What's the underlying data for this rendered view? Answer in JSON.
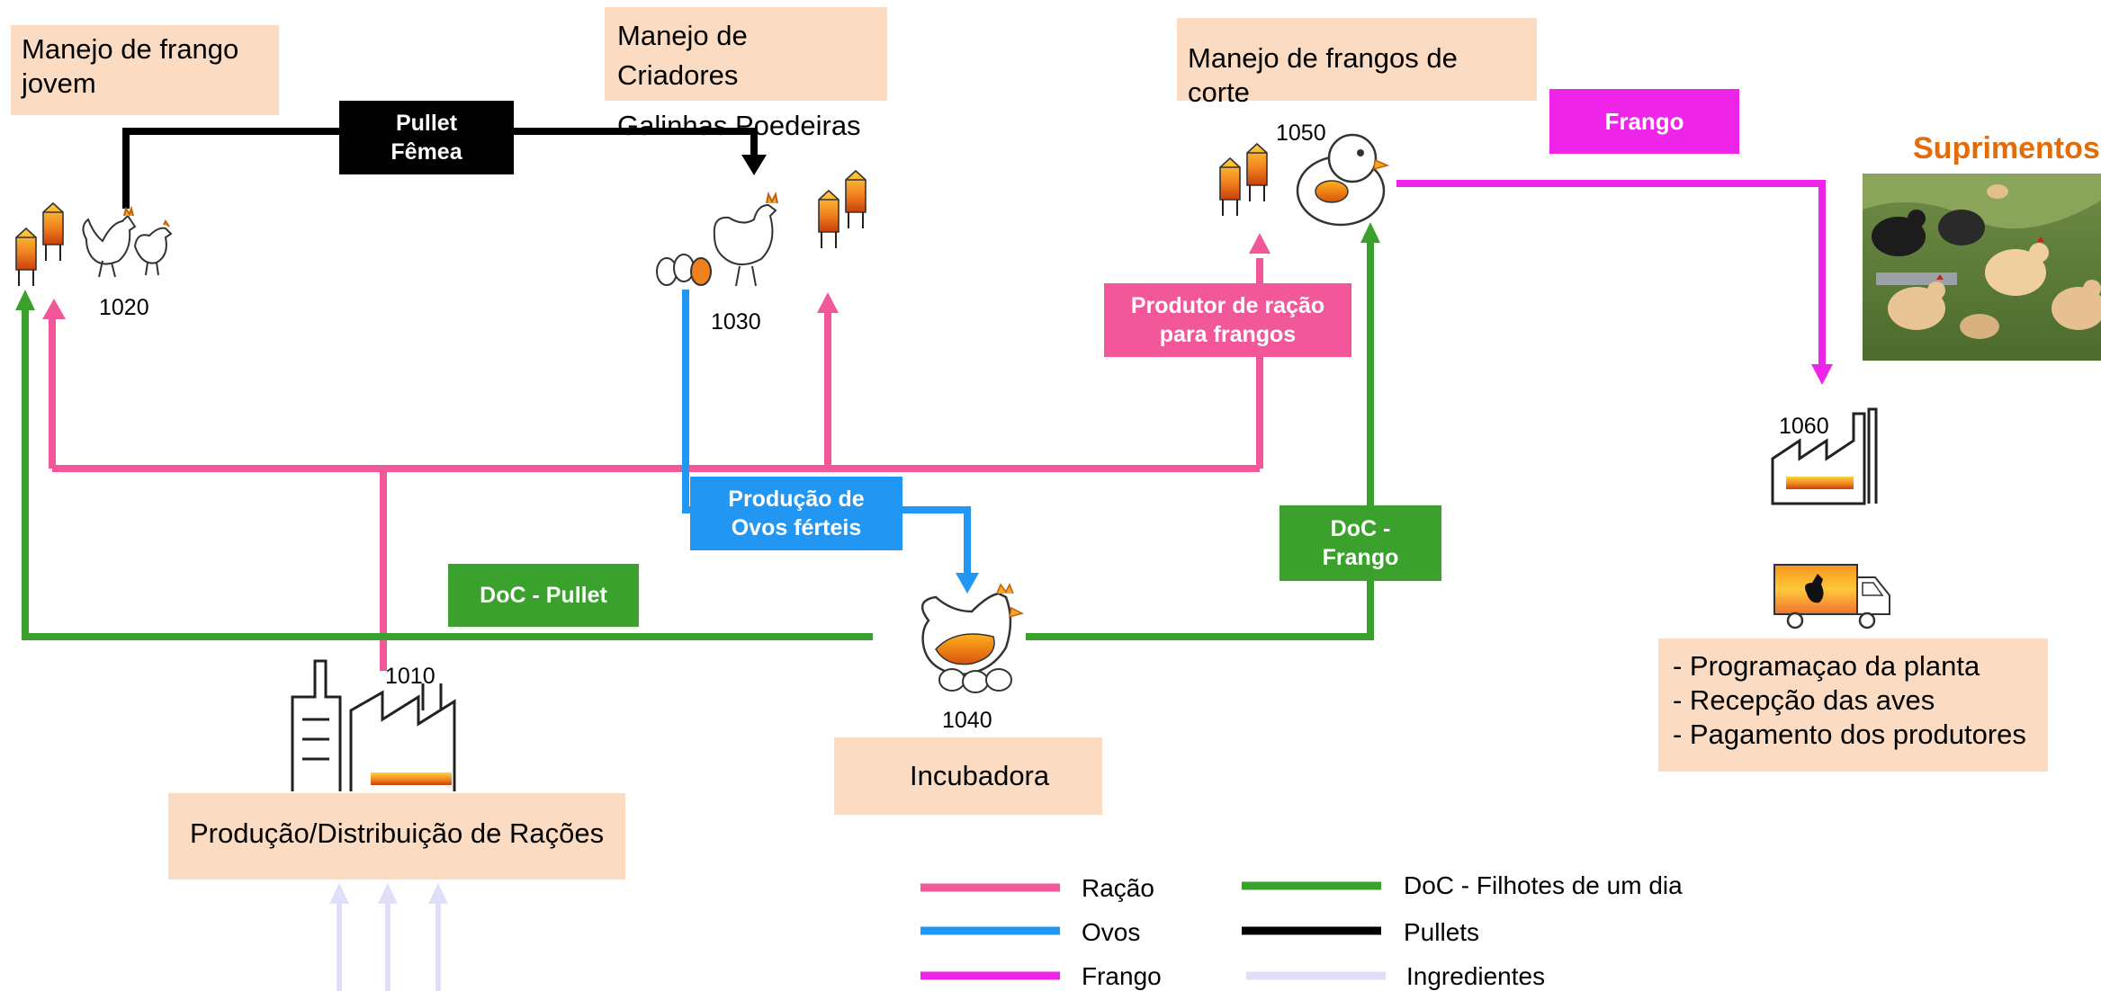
{
  "nodes": {
    "young_chicken": {
      "title": "Manejo de frango jovem",
      "id": "1020"
    },
    "breeders": {
      "title_line1": "Manejo de Criadores",
      "title_line2": "Galinhas Poedeiras",
      "id": "1030"
    },
    "broilers": {
      "title": "Manejo de frangos de corte",
      "id": "1050"
    },
    "feed_mill": {
      "title": "Produção/Distribuição de Rações",
      "id": "1010"
    },
    "hatchery": {
      "title": "Incubadora",
      "id": "1040"
    },
    "processing": {
      "id": "1060",
      "title": "Suprimentos",
      "items": [
        "- Programaçao da planta",
        "- Recepção das aves",
        "- Pagamento dos produtores"
      ]
    }
  },
  "flow_labels": {
    "pullet_female": "Pullet\nFêmea",
    "frango": "Frango",
    "feed_producer": "Produtor de ração\npara frangos",
    "fertile_eggs": "Produção de\nOvos férteis",
    "doc_pullet": "DoC - Pullet",
    "doc_frango": "DoC -\nFrango"
  },
  "legend": [
    {
      "label": "Ração",
      "color": "#f2579a"
    },
    {
      "label": "Ovos",
      "color": "#2196f3"
    },
    {
      "label": "Frango",
      "color": "#ee25e8"
    },
    {
      "label": "DoC - Filhotes de um dia",
      "color": "#3aa12c"
    },
    {
      "label": "Pullets",
      "color": "#000000"
    },
    {
      "label": "Ingredientes",
      "color": "#e0dffa"
    }
  ],
  "colors": {
    "feed": "#f2579a",
    "eggs": "#2196f3",
    "chicken": "#ee25e8",
    "doc": "#3aa12c",
    "pullets": "#000000",
    "ingredients": "#e0dffa",
    "box_bg": "#fbdcc3",
    "accent_orange": "#e36c0a"
  },
  "icons": [
    "feed-silo-icon",
    "rooster-icon",
    "hen-icon",
    "eggs-icon",
    "chick-icon",
    "factory-icon",
    "truck-icon",
    "incubator-hen-icon"
  ]
}
